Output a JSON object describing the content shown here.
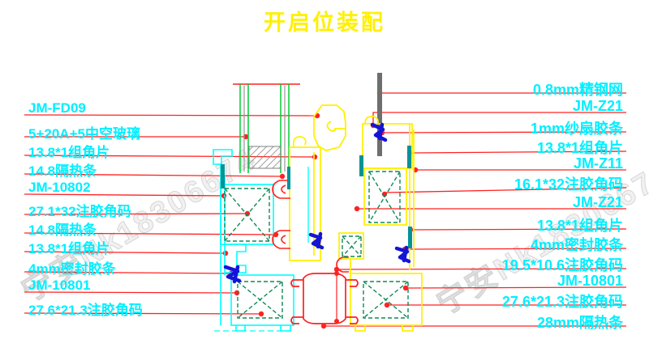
{
  "title": {
    "text": "开启位装配",
    "color": "#FFF000"
  },
  "watermark": {
    "text": "宁安Nk18306674"
  },
  "colors": {
    "label_cyan": "#00EFFF",
    "leader_red": "#FF2222",
    "profile_cyan": "#00FFFF",
    "profile_yellow": "#FFFF00",
    "gasket_red": "#FF2020",
    "corner_key_green": "#0E8A55",
    "glass_green": "#00CC33",
    "mesh_gray": "#6E6E6E",
    "thermal_teal": "#009396",
    "stamp_blue": "#1414D8"
  },
  "left_labels": [
    "JM-FD09",
    "5+20A+5中空玻璃",
    "13.8*1组角片",
    "14.8隔热条",
    "JM-10802",
    "27.1*32注胶角码",
    "14.8隔热条",
    "13.8*1组角片",
    "4mm密封胶条",
    "JM-10801",
    "27.6*21.3注胶角码"
  ],
  "right_labels": [
    "0.8mm精钢网",
    "JM-Z21",
    "1mm纱扇胶条",
    "13.8*1组角片",
    "JM-Z11",
    "16.1*32注胶角码",
    "JM-Z21",
    "13.8*1组角片",
    "4mm密封胶条",
    "19.5*10.6注胶角码",
    "JM-10801",
    "27.6*21.3注胶角码",
    "28mm隔热条"
  ]
}
